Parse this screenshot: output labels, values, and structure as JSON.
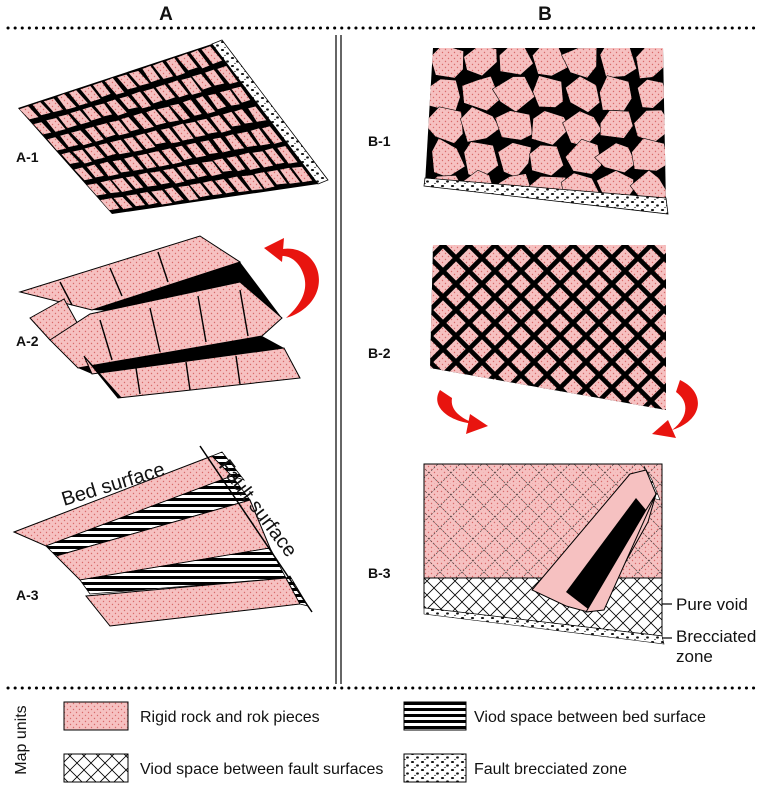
{
  "columns": {
    "a": "A",
    "b": "B"
  },
  "panels": {
    "a1": "A-1",
    "a2": "A-2",
    "a3": "A-3",
    "b1": "B-1",
    "b2": "B-2",
    "b3": "B-3"
  },
  "annotations": {
    "bed_surface": "Bed surface",
    "fault_surface": "Fault surface",
    "pure_void": "Pure void",
    "brecciated_zone_line1": "Brecciated",
    "brecciated_zone_line2": "zone"
  },
  "legend": {
    "title": "Map units",
    "items": [
      {
        "label": "Rigid rock and rok pieces",
        "pattern": "rigid-rock"
      },
      {
        "label": "Viod space between bed surface",
        "pattern": "horizontal-stripes"
      },
      {
        "label": "Viod space between fault surfaces",
        "pattern": "crosshatch"
      },
      {
        "label": "Fault brecciated zone",
        "pattern": "breccia-dots"
      }
    ]
  },
  "colors": {
    "rock_fill": "#f6c1c1",
    "rock_dot": "#d96a6a",
    "arrow": "#e8140f",
    "void": "#000000"
  }
}
